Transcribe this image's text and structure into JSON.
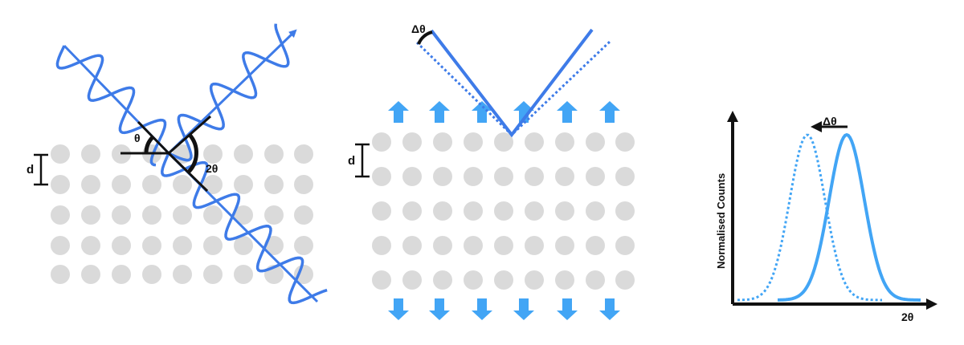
{
  "colors": {
    "wave": "#3e7be8",
    "arrow": "#42a5f5",
    "atom": "#dadada",
    "line": "#111111",
    "peak": "#42a5f5"
  },
  "panel_a": {
    "theta_label": "θ",
    "two_theta_label": "2θ",
    "d_label": "d"
  },
  "panel_b": {
    "delta_theta_label": "Δθ",
    "d_label": "d",
    "top_arrows": "up",
    "bottom_arrows": "down"
  },
  "panel_c": {
    "ylabel": "Normalised Counts",
    "xlabel": "2θ",
    "shift_label": "Δθ",
    "curves": [
      {
        "style": "dotted"
      },
      {
        "style": "solid"
      }
    ]
  }
}
